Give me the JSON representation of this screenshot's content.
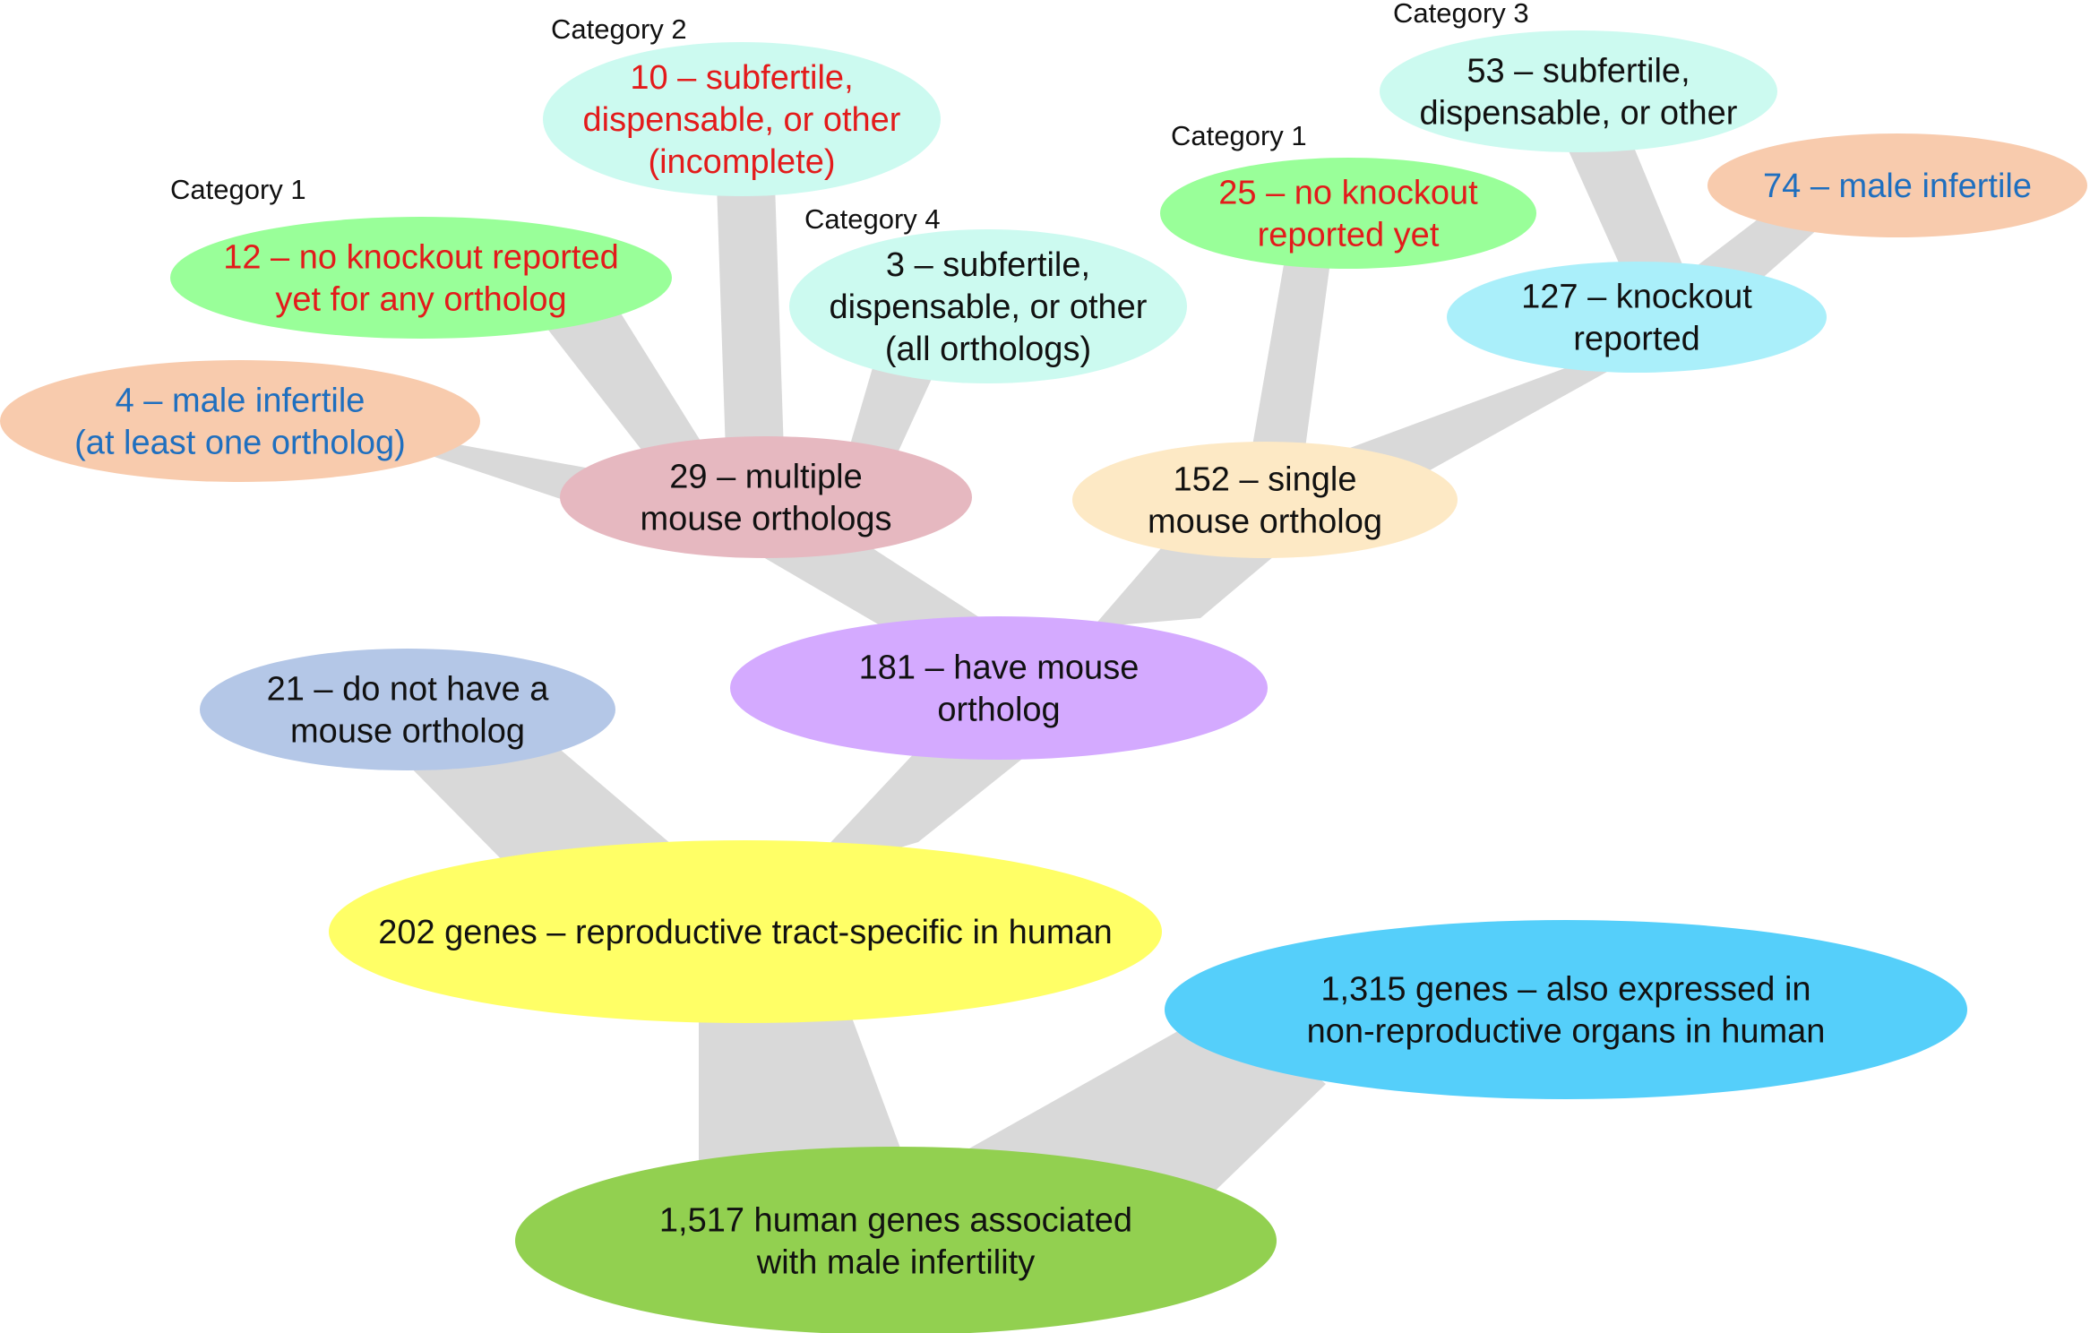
{
  "colors": {
    "branch": "#d9d9d9",
    "text_default": "#111111",
    "text_red": "#e31b1b",
    "text_blue": "#1f6fbf",
    "green_root": "#92d050",
    "yellow": "#ffff66",
    "blue_big": "#55cffa",
    "purple": "#d4aaff",
    "periwinkle": "#b4c7e7",
    "pink": "#e6b8c0",
    "peach": "#f8cbad",
    "light_green": "#99ff99",
    "mint": "#ccfaf0",
    "cream": "#fde9c5",
    "cyan": "#aaeffa"
  },
  "nodes": {
    "root": {
      "lines": [
        "1,517 human genes associated",
        "with male infertility"
      ]
    },
    "repro_specific": {
      "lines": [
        "202 genes – reproductive tract-specific in human"
      ]
    },
    "also_expressed": {
      "lines": [
        "1,315 genes – also expressed in",
        "non-reproductive organs in human"
      ]
    },
    "no_mouse_ortholog": {
      "lines": [
        "21 – do not have a",
        "mouse ortholog"
      ]
    },
    "have_mouse_ortholog": {
      "lines": [
        "181 – have mouse",
        "ortholog"
      ]
    },
    "multiple_orthologs": {
      "lines": [
        "29 – multiple",
        "mouse orthologs"
      ]
    },
    "single_ortholog": {
      "lines": [
        "152 – single",
        "mouse ortholog"
      ]
    },
    "multi_male_infertile": {
      "lines": [
        "4 – male infertile",
        "(at least one ortholog)"
      ]
    },
    "multi_no_knockout": {
      "category": "Category 1",
      "lines": [
        "12 – no knockout reported",
        "yet for any ortholog"
      ]
    },
    "multi_incomplete": {
      "category": "Category 2",
      "lines": [
        "10 – subfertile,",
        "dispensable, or other",
        "(incomplete)"
      ]
    },
    "multi_all_orthologs": {
      "category": "Category 4",
      "lines": [
        "3 – subfertile,",
        "dispensable, or other",
        "(all orthologs)"
      ]
    },
    "single_no_knockout": {
      "category": "Category 1",
      "lines": [
        "25 – no knockout",
        "reported yet"
      ]
    },
    "knockout_reported": {
      "lines": [
        "127 – knockout",
        "reported"
      ]
    },
    "single_subfertile": {
      "category": "Category 3",
      "lines": [
        "53 – subfertile,",
        "dispensable, or other"
      ]
    },
    "single_male_infertile": {
      "lines": [
        "74 – male infertile"
      ]
    }
  }
}
